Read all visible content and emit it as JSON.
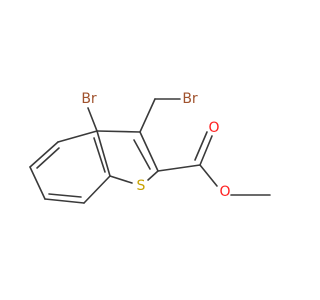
{
  "structure": {
    "atoms": {
      "br1": "Br",
      "br2": "Br",
      "sulfur": "S",
      "oxygen_carbonyl": "O",
      "oxygen_ester": "O"
    },
    "colors": {
      "bond": "#3a3a3a",
      "bromine": "#a0522d",
      "sulfur": "#c8a200",
      "oxygen": "#ff1f1f"
    }
  }
}
